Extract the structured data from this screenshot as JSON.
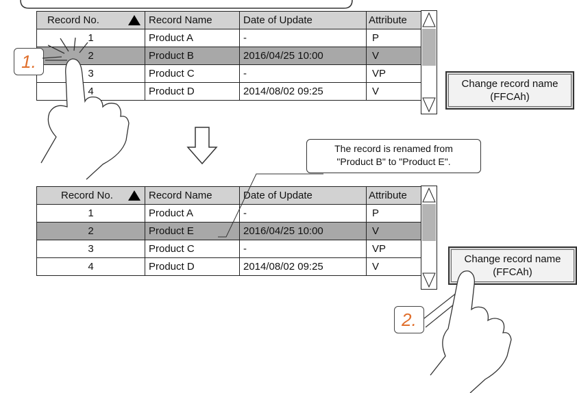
{
  "table_headers": {
    "record_no": "Record No.",
    "record_name": "Record Name",
    "date": "Date of Update",
    "attribute": "Attribute"
  },
  "before": {
    "rows": [
      {
        "no": "1",
        "name": "Product A",
        "date": "-",
        "attr": "P"
      },
      {
        "no": "2",
        "name": "Product B",
        "date": "2016/04/25 10:00",
        "attr": "V"
      },
      {
        "no": "3",
        "name": "Product C",
        "date": "-",
        "attr": "VP"
      },
      {
        "no": "4",
        "name": "Product D",
        "date": "2014/08/02 09:25",
        "attr": "V"
      }
    ]
  },
  "after": {
    "rows": [
      {
        "no": "1",
        "name": "Product A",
        "date": "-",
        "attr": "P"
      },
      {
        "no": "2",
        "name": "Product E",
        "date": "2016/04/25 10:00",
        "attr": "V"
      },
      {
        "no": "3",
        "name": "Product C",
        "date": "-",
        "attr": "VP"
      },
      {
        "no": "4",
        "name": "Product D",
        "date": "2014/08/02 09:25",
        "attr": "V"
      }
    ]
  },
  "button": {
    "line1": "Change record name",
    "line2": "(FFCAh)"
  },
  "callout": {
    "line1": "The record is renamed from",
    "line2": "\"Product B\" to \"Product E\"."
  },
  "steps": {
    "step1": "1.",
    "step2": "2."
  },
  "colors": {
    "header_bg": "#d2d2d2",
    "selected_row_bg": "#a8a8a8",
    "step_label": "#e06f2c"
  },
  "icons": {
    "sort_indicator": "sort-ascending-triangle-icon",
    "scroll_up": "scroll-up-arrow-icon",
    "scroll_down": "scroll-down-arrow-icon",
    "hand": "pointing-hand-icon",
    "transition": "down-arrow-icon"
  }
}
